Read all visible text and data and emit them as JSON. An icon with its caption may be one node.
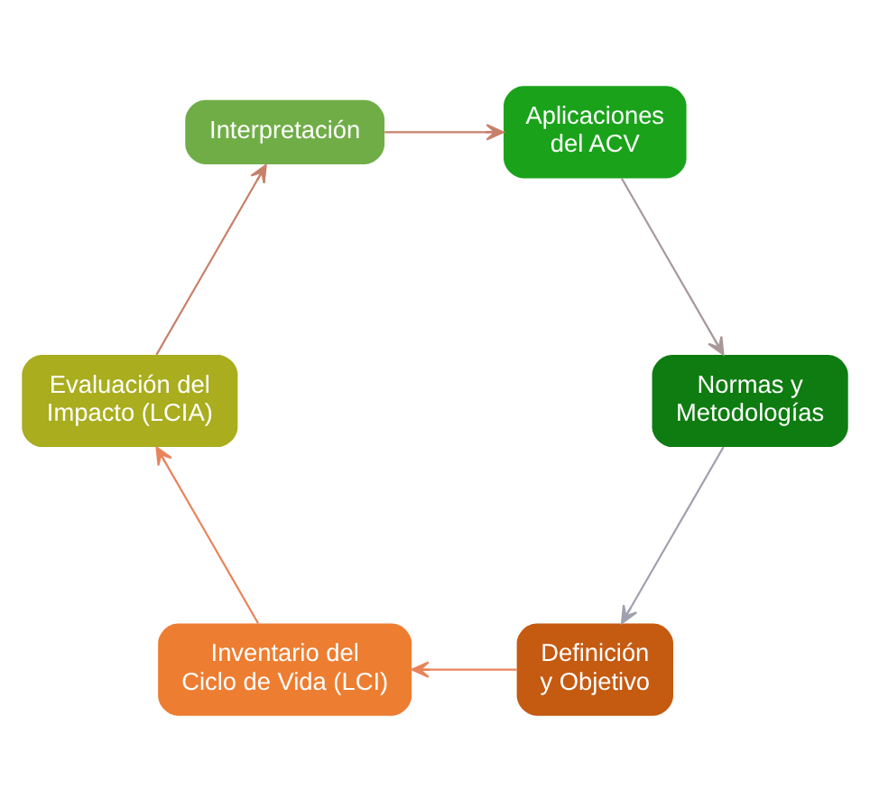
{
  "diagram": {
    "nodes": [
      {
        "text": [
          "Definición y Objetivo"
        ]
      },
      {
        "text": [
          "Inventario del Ciclo de Vida (LCI)"
        ]
      },
      {
        "text": [
          "Evaluación del Impacto (LCIA)"
        ]
      },
      {
        "text": [
          "Interpretación"
        ]
      },
      {
        "text": [
          "Aplicaciones del ACV"
        ]
      },
      {
        "text": [
          "Normas y Metodologías"
        ]
      }
    ],
    "edges": [
      {
        "from": 0,
        "to": 1,
        "arrow": "to",
        "color": "#e8845a"
      },
      {
        "from": 1,
        "to": 2,
        "arrow": "to",
        "color": "#e8845a"
      },
      {
        "from": 2,
        "to": 3,
        "arrow": "to",
        "color": "#c8806a"
      },
      {
        "from": 3,
        "to": 4,
        "arrow": "to",
        "color": "#c8806a"
      },
      {
        "from": 4,
        "to": 5,
        "arrow": "to",
        "color": "#a89898"
      },
      {
        "from": 5,
        "to": 0,
        "arrow": "to",
        "color": "#a0a0b0"
      }
    ]
  }
}
